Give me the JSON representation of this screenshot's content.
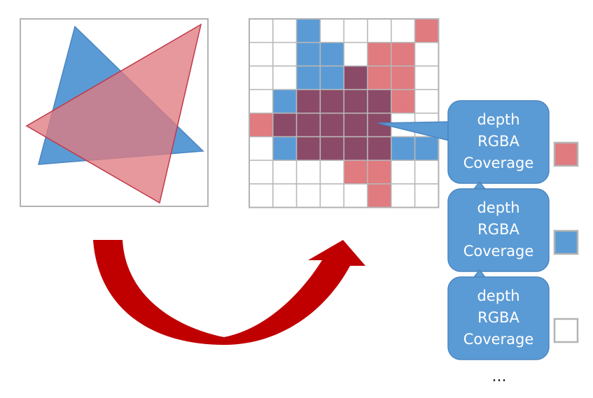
{
  "colors": {
    "blue": "#5b9bd5",
    "red": "#e07b80",
    "overlap": "#8b4a68",
    "grid_line": "#b8b8b8",
    "frame": "#b3b3b3",
    "arrow": "#c00000",
    "callout_fill": "#5b9bd5",
    "callout_stroke": "#4a86c0",
    "callout_text": "#ffffff"
  },
  "grid": {
    "rows": 8,
    "cols": 8,
    "cells": [
      [
        "w",
        "w",
        "b",
        "w",
        "w",
        "w",
        "w",
        "r"
      ],
      [
        "w",
        "w",
        "b",
        "b",
        "w",
        "r",
        "r",
        "w"
      ],
      [
        "w",
        "w",
        "b",
        "b",
        "o",
        "r",
        "r",
        "w"
      ],
      [
        "w",
        "b",
        "o",
        "o",
        "o",
        "o",
        "r",
        "w"
      ],
      [
        "r",
        "o",
        "o",
        "o",
        "o",
        "o",
        "w",
        "w"
      ],
      [
        "w",
        "b",
        "o",
        "o",
        "o",
        "o",
        "b",
        "b"
      ],
      [
        "w",
        "w",
        "w",
        "w",
        "r",
        "r",
        "w",
        "w"
      ],
      [
        "w",
        "w",
        "w",
        "w",
        "w",
        "r",
        "w",
        "w"
      ]
    ]
  },
  "fragments": [
    {
      "lines": [
        "depth",
        "RGBA",
        "Coverage"
      ],
      "swatch": "red"
    },
    {
      "lines": [
        "depth",
        "RGBA",
        "Coverage"
      ],
      "swatch": "blue"
    },
    {
      "lines": [
        "depth",
        "RGBA",
        "Coverage"
      ],
      "swatch": "white"
    }
  ],
  "ellipsis": "..."
}
